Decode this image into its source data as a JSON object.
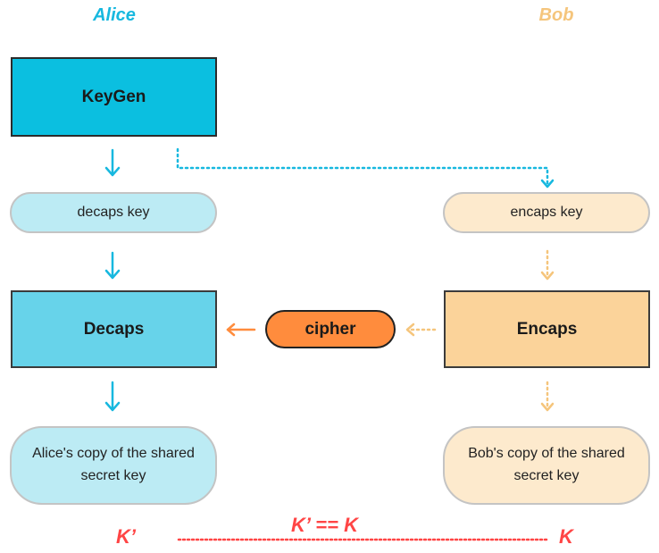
{
  "parties": {
    "alice": "Alice",
    "bob": "Bob"
  },
  "boxes": {
    "keygen": "KeyGen",
    "decaps": "Decaps",
    "encaps": "Encaps"
  },
  "pills": {
    "decaps_key": "decaps key",
    "encaps_key": "encaps key",
    "alice_copy": "Alice's copy of the shared secret key",
    "bob_copy": "Bob's copy of the shared secret key",
    "cipher": "cipher"
  },
  "keys": {
    "alice_key": "K’",
    "bob_key": "K",
    "equality": "K’ == K"
  },
  "colors": {
    "alice_accent": "#17b8df",
    "bob_accent": "#f5c57c",
    "cipher_orange": "#ff8c3d",
    "key_red": "#ff4545"
  }
}
